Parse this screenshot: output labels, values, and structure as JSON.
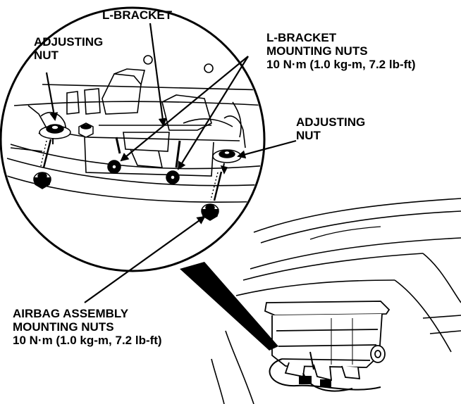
{
  "labels": {
    "l_bracket": "L-BRACKET",
    "adjusting_nut_left": [
      "ADJUSTING",
      "NUT"
    ],
    "adjusting_nut_right": [
      "ADJUSTING",
      "NUT"
    ],
    "l_bracket_mounting_nuts": [
      "L-BRACKET",
      "MOUNTING NUTS",
      "10 N·m (1.0 kg-m, 7.2 lb-ft)"
    ],
    "airbag_assembly_mounting_nuts": [
      "AIRBAG ASSEMBLY",
      "MOUNTING NUTS",
      "10 N·m (1.0 kg-m, 7.2 lb-ft)"
    ]
  },
  "colors": {
    "ink": "#000000",
    "paper": "#ffffff"
  }
}
